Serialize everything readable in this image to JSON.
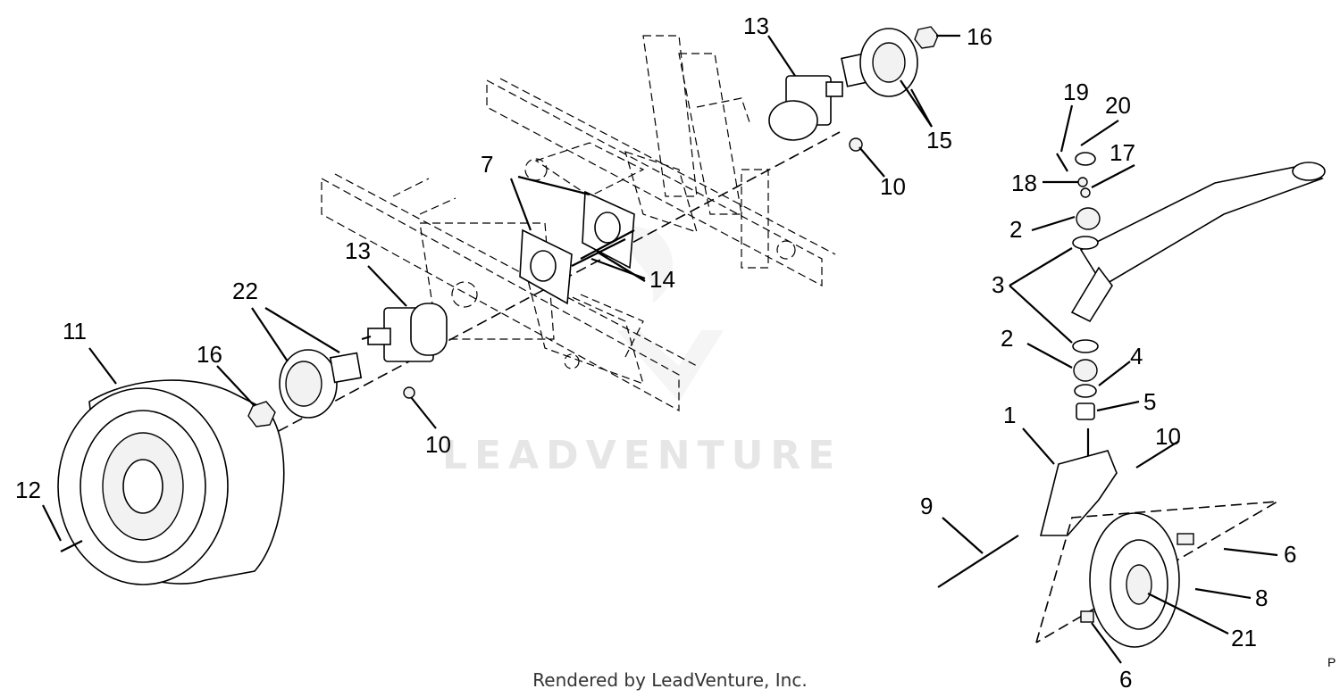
{
  "watermark": "LEADVENTURE",
  "footer": "Rendered by LeadVenture, Inc.",
  "corner_mark": "P",
  "callouts": [
    {
      "id": "c11",
      "text": "11"
    },
    {
      "id": "c22",
      "text": "22"
    },
    {
      "id": "c16a",
      "text": "16"
    },
    {
      "id": "c13a",
      "text": "13"
    },
    {
      "id": "c7",
      "text": "7"
    },
    {
      "id": "c14",
      "text": "14"
    },
    {
      "id": "c10a",
      "text": "10"
    },
    {
      "id": "c12",
      "text": "12"
    },
    {
      "id": "c13b",
      "text": "13"
    },
    {
      "id": "c16b",
      "text": "16"
    },
    {
      "id": "c15",
      "text": "15"
    },
    {
      "id": "c10b",
      "text": "10"
    },
    {
      "id": "c19",
      "text": "19"
    },
    {
      "id": "c20",
      "text": "20"
    },
    {
      "id": "c17",
      "text": "17"
    },
    {
      "id": "c18",
      "text": "18"
    },
    {
      "id": "c2a",
      "text": "2"
    },
    {
      "id": "c3",
      "text": "3"
    },
    {
      "id": "c2b",
      "text": "2"
    },
    {
      "id": "c4",
      "text": "4"
    },
    {
      "id": "c5",
      "text": "5"
    },
    {
      "id": "c1",
      "text": "1"
    },
    {
      "id": "c10c",
      "text": "10"
    },
    {
      "id": "c9",
      "text": "9"
    },
    {
      "id": "c6a",
      "text": "6"
    },
    {
      "id": "c8",
      "text": "8"
    },
    {
      "id": "c21",
      "text": "21"
    },
    {
      "id": "c6b",
      "text": "6"
    }
  ]
}
